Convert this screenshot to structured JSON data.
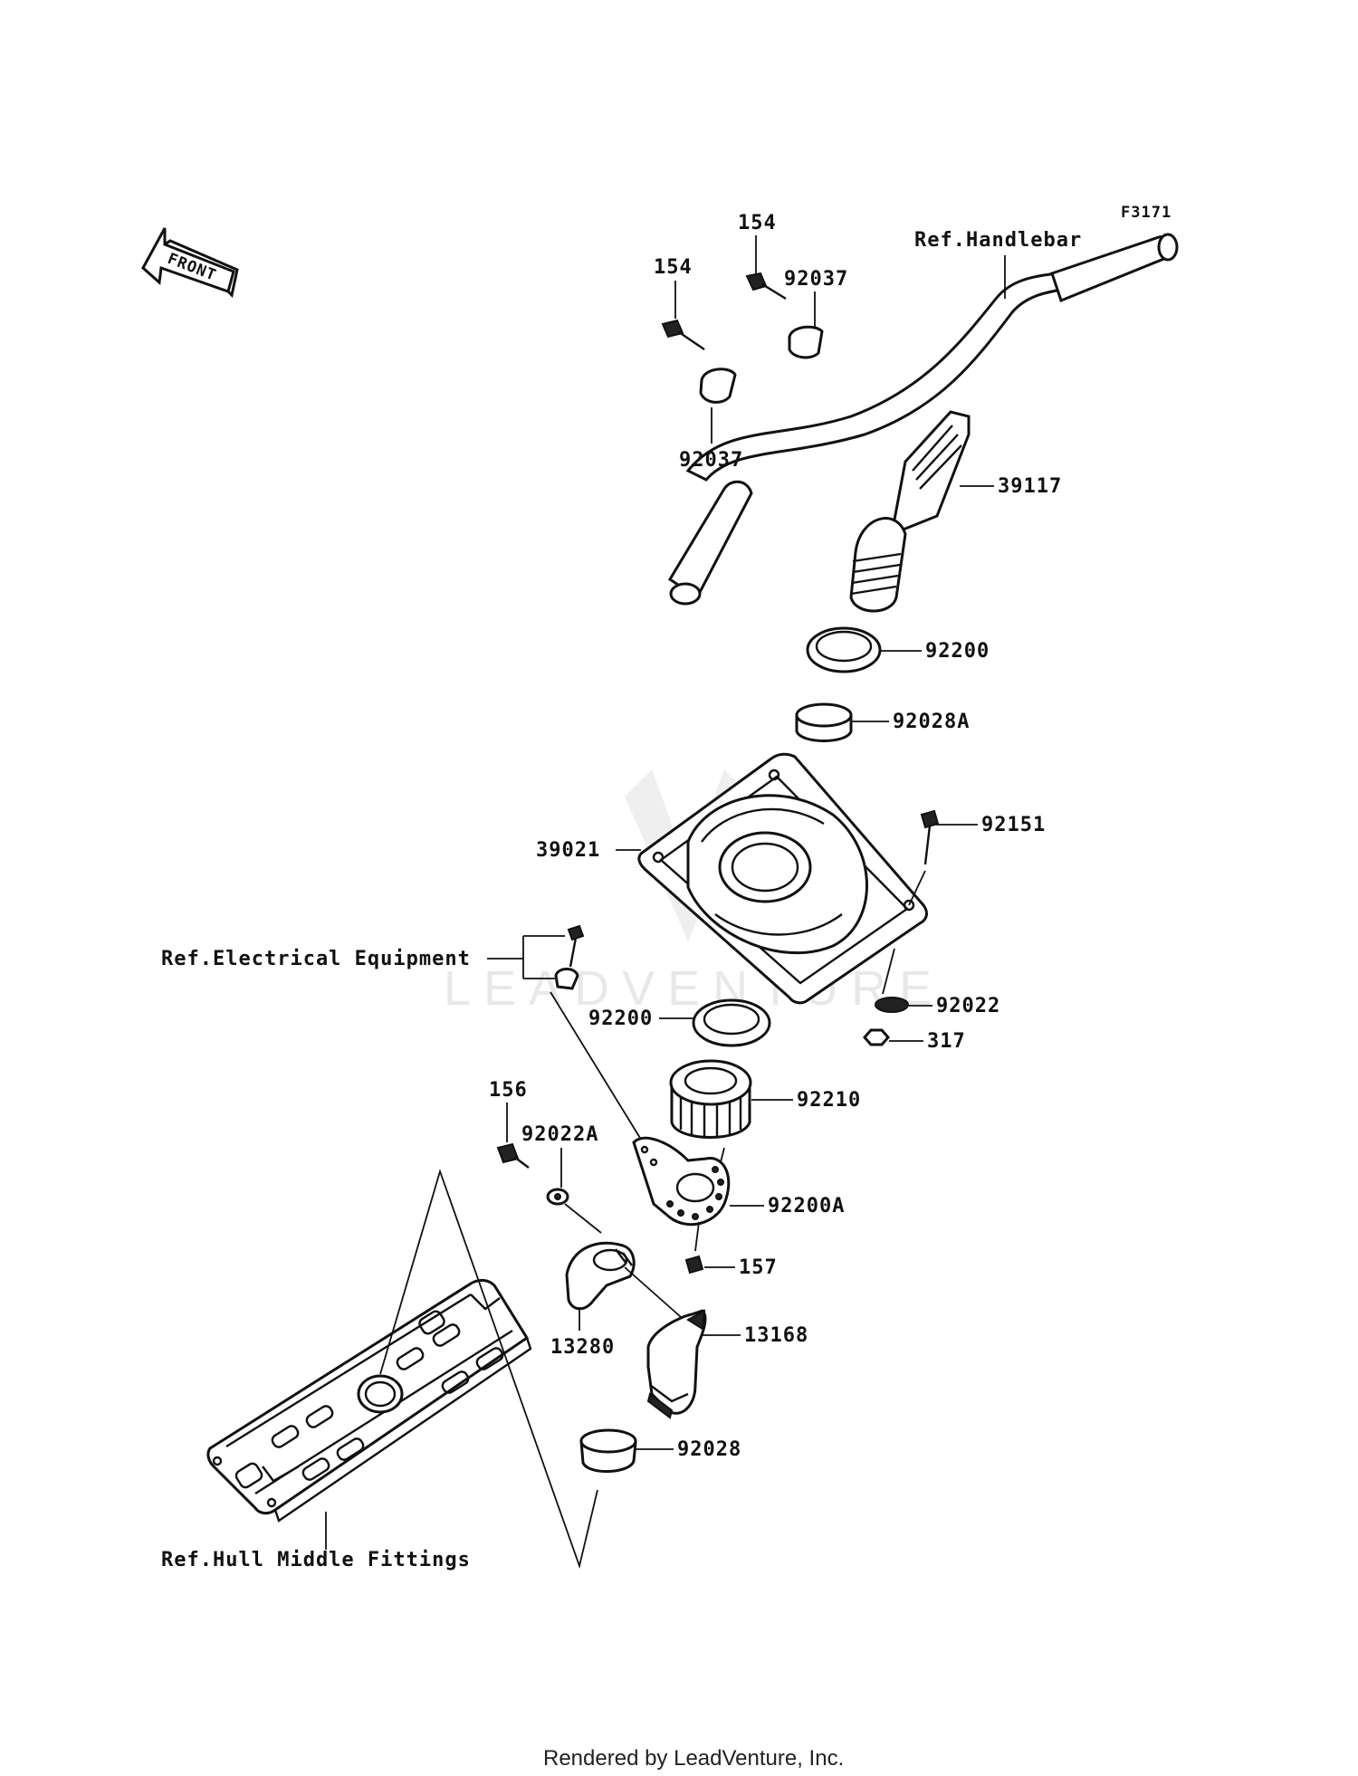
{
  "diagram_code": "F3171",
  "front_label": "FRONT",
  "footer": "Rendered by LeadVenture, Inc.",
  "watermark": "LEADVENTURE",
  "refs": {
    "handlebar": "Ref.Handlebar",
    "electrical": "Ref.Electrical Equipment",
    "hull": "Ref.Hull Middle Fittings"
  },
  "labels": {
    "p154a": "154",
    "p154b": "154",
    "p92037a": "92037",
    "p92037b": "92037",
    "p39117": "39117",
    "p92200a": "92200",
    "p92028a": "92028A",
    "p92151": "92151",
    "p39021": "39021",
    "p92022": "92022",
    "p92200b": "92200",
    "p317": "317",
    "p92210": "92210",
    "p156": "156",
    "p92022a": "92022A",
    "p92200_a": "92200A",
    "p157": "157",
    "p13280": "13280",
    "p13168": "13168",
    "p92028": "92028"
  }
}
